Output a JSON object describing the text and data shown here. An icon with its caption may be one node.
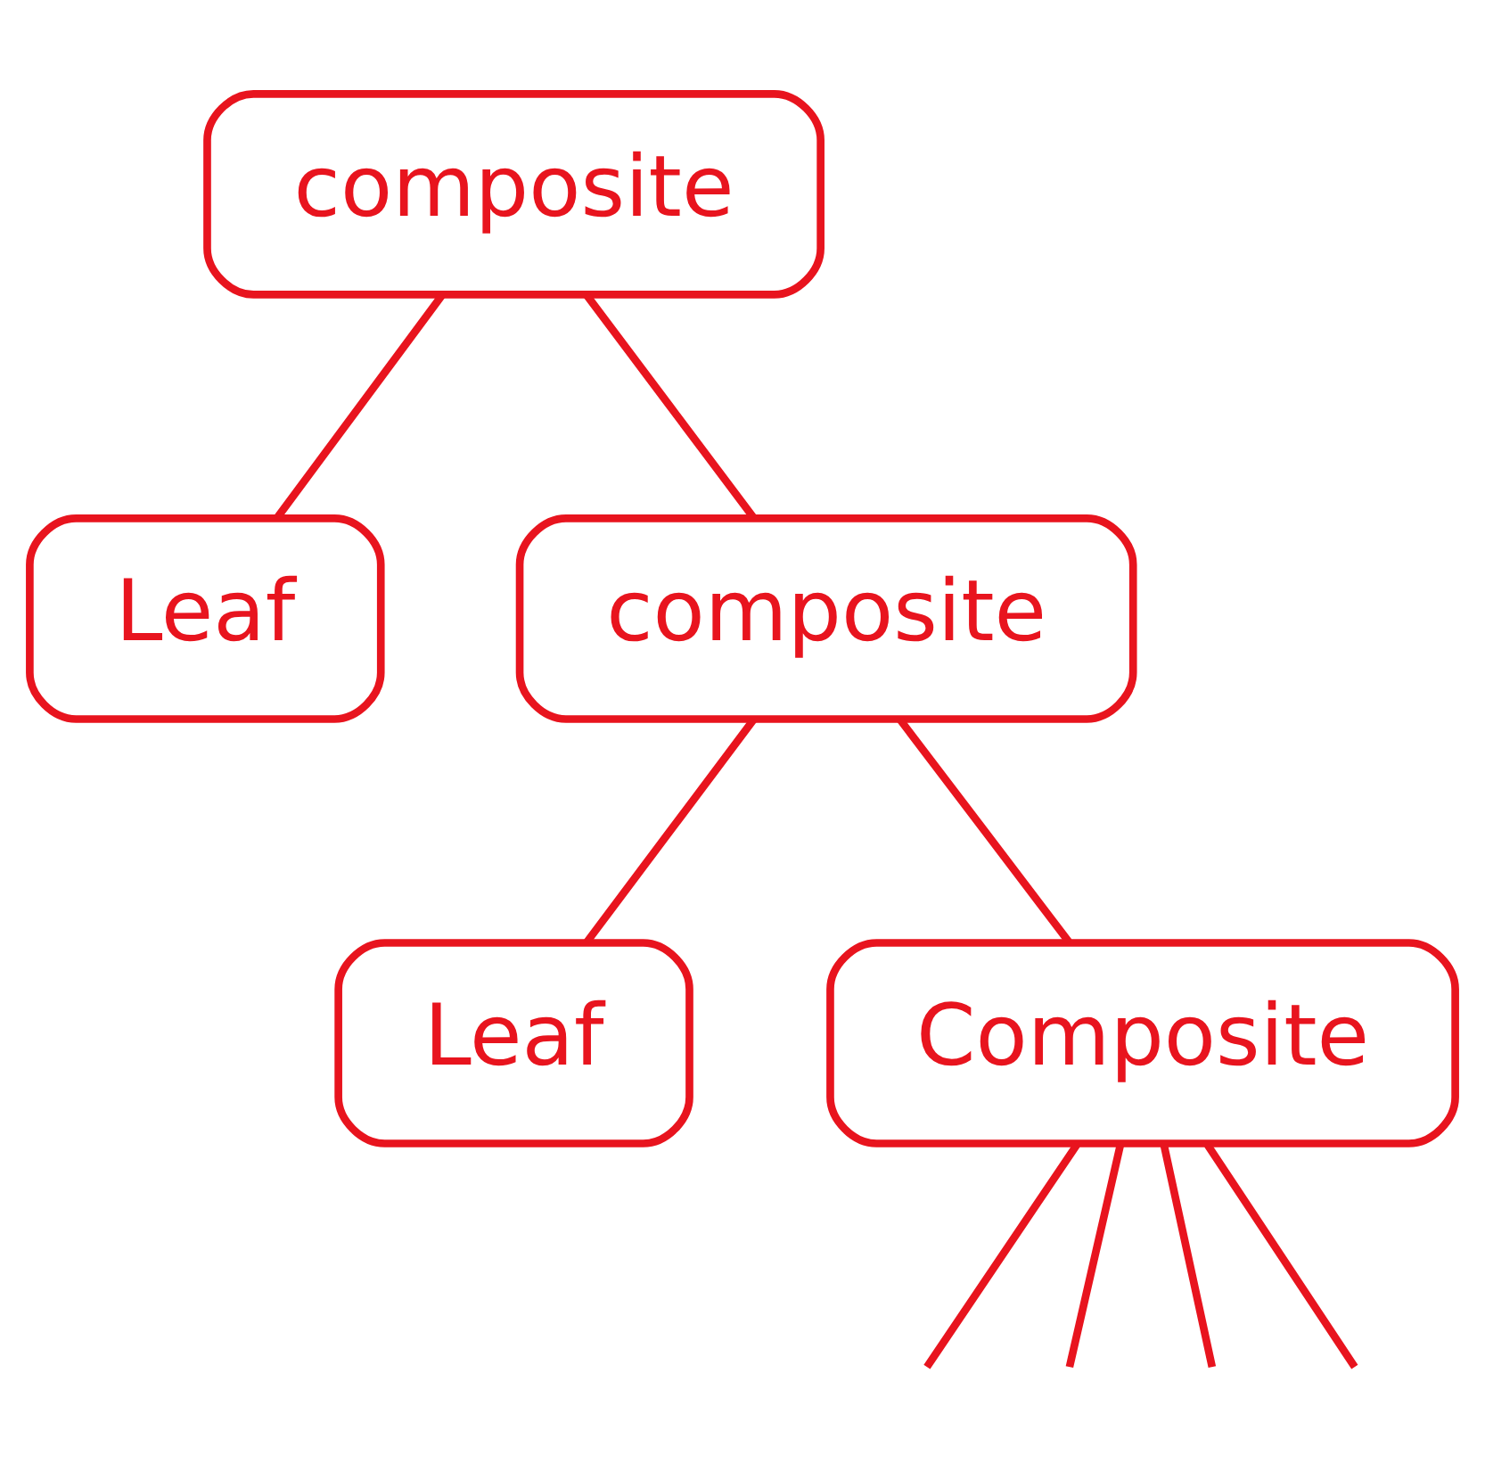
{
  "diagram": {
    "nodes": [
      {
        "text": [
          "composite"
        ]
      },
      {
        "text": [
          "Leaf"
        ]
      },
      {
        "text": [
          "composite"
        ]
      },
      {
        "text": [
          "Leaf"
        ]
      },
      {
        "text": [
          "Composite"
        ]
      }
    ],
    "edges": [
      {
        "from": 0,
        "to": 1,
        "arrow": "none"
      },
      {
        "from": 0,
        "to": 2,
        "arrow": "none"
      },
      {
        "from": 2,
        "to": 3,
        "arrow": "none"
      },
      {
        "from": 2,
        "to": 4,
        "arrow": "none"
      },
      {
        "from": 4,
        "to": null,
        "arrow": "none"
      },
      {
        "from": 4,
        "to": null,
        "arrow": "none"
      },
      {
        "from": 4,
        "to": null,
        "arrow": "none"
      },
      {
        "from": 4,
        "to": null,
        "arrow": "none"
      }
    ]
  }
}
